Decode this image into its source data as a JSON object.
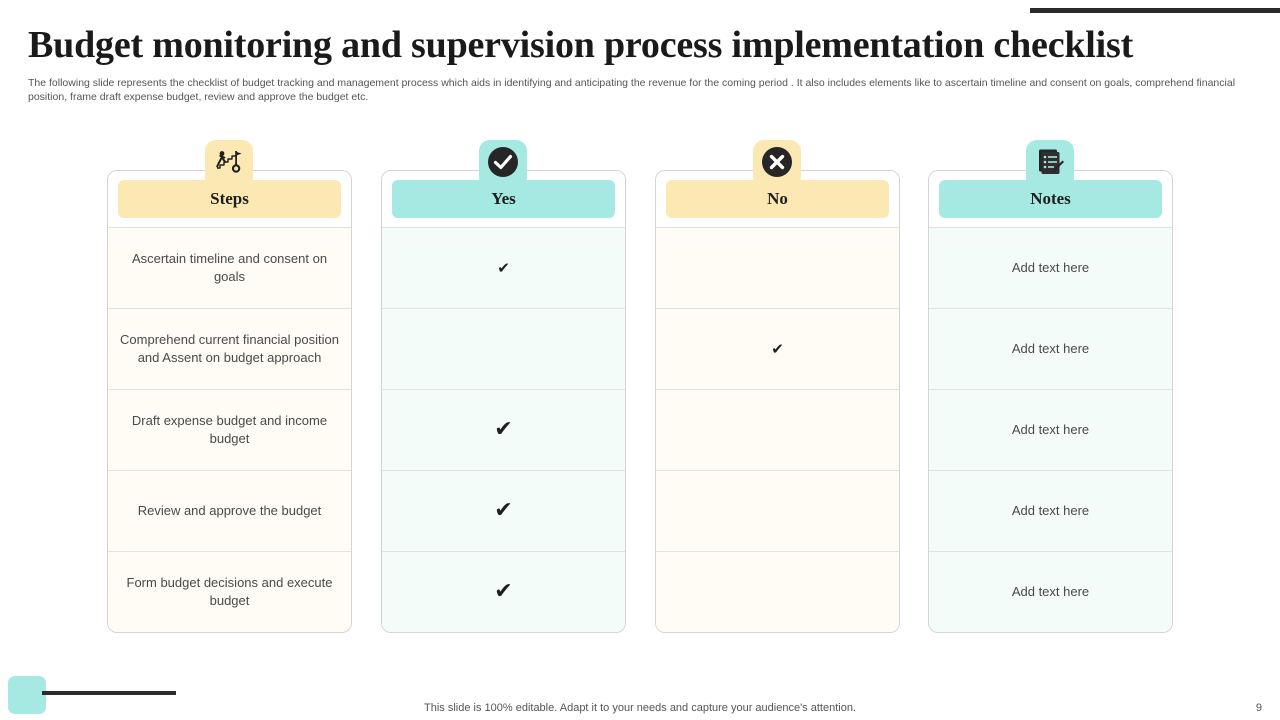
{
  "header": {
    "title": "Budget monitoring and supervision process implementation checklist",
    "subtitle": "The following slide represents the checklist of budget tracking and management process which aids in identifying and anticipating the revenue for the coming period . It also includes elements like to ascertain timeline and consent on goals, comprehend financial position, frame draft expense budget, review and approve the budget etc."
  },
  "columns": [
    {
      "id": "steps",
      "header": "Steps",
      "icon": "goal-path-icon",
      "badge_color": "#fce8b2",
      "pill_color": "#fce8b2",
      "cell_tint": "#fefcf5"
    },
    {
      "id": "yes",
      "header": "Yes",
      "icon": "check-circle-icon",
      "badge_color": "#a5e9e2",
      "pill_color": "#a5e9e2",
      "cell_tint": "#f4fcfa"
    },
    {
      "id": "no",
      "header": "No",
      "icon": "cross-circle-icon",
      "badge_color": "#fce8b2",
      "pill_color": "#fce8b2",
      "cell_tint": "#fefcf5"
    },
    {
      "id": "notes",
      "header": "Notes",
      "icon": "notepad-pencil-icon",
      "badge_color": "#a5e9e2",
      "pill_color": "#a5e9e2",
      "cell_tint": "#f4fcfa"
    }
  ],
  "rows": [
    {
      "step": "Ascertain timeline and consent on goals",
      "yes": "✔",
      "no": "",
      "notes": "Add text here"
    },
    {
      "step": "Comprehend current financial position and Assent on budget approach",
      "yes": "",
      "no": "✔",
      "notes": "Add text here"
    },
    {
      "step": "Draft expense budget and income budget",
      "yes": "✔",
      "no": "",
      "notes": "Add text here"
    },
    {
      "step": "Review and approve the budget",
      "yes": "✔",
      "no": "",
      "notes": "Add text here"
    },
    {
      "step": "Form budget decisions and execute budget",
      "yes": "✔",
      "no": "",
      "notes": "Add text here"
    }
  ],
  "footer": {
    "note": "This slide is 100% editable. Adapt it to your needs and capture your audience's attention.",
    "page_number": "9"
  },
  "theme": {
    "teal": "#a5e9e2",
    "yellow": "#fce8b2",
    "dark": "#2b2b2b"
  }
}
